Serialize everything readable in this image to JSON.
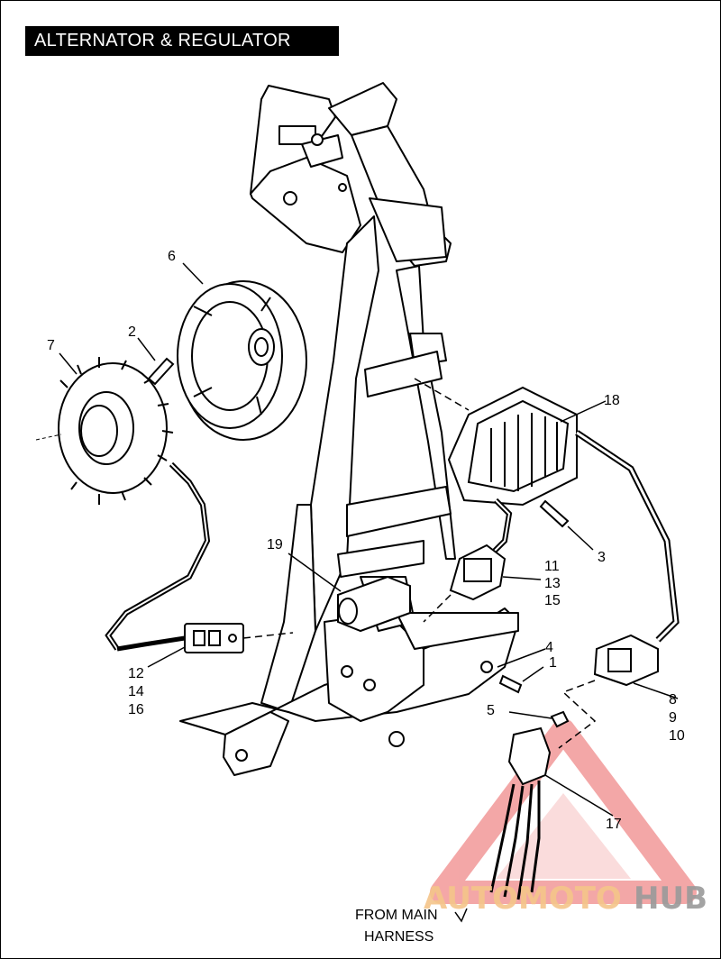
{
  "title": "ALTERNATOR & REGULATOR",
  "callouts": {
    "c1": "1",
    "c2": "2",
    "c3": "3",
    "c4": "4",
    "c5": "5",
    "c6": "6",
    "c7": "7",
    "c8": "8",
    "c9": "9",
    "c10": "10",
    "c11": "11",
    "c12": "12",
    "c13": "13",
    "c14": "14",
    "c15": "15",
    "c16": "16",
    "c17": "17",
    "c18": "18",
    "c19": "19"
  },
  "footer": {
    "line1": "FROM MAIN",
    "line2": "HARNESS"
  },
  "watermark": {
    "part1": "AUTOMOTO",
    "part2": "HUB",
    "color1": "#f5c58a",
    "color2": "#9a9a9a",
    "triangle_color": "#f08a8a"
  }
}
